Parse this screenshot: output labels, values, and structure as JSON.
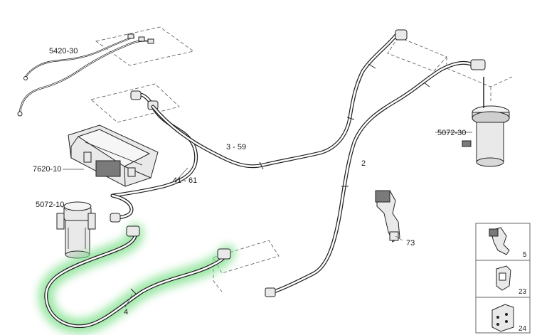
{
  "callouts": {
    "part_5420_30": "5420-30",
    "part_7620_10": "7620-10",
    "part_5072_10": "5072-10",
    "part_3_59": "3 - 59",
    "part_41_61": "41 - 61",
    "part_2": "2",
    "part_5072_30": "5072-30",
    "part_73": "73",
    "part_4": "4"
  },
  "legend": {
    "items": [
      {
        "number": "5"
      },
      {
        "number": "23"
      },
      {
        "number": "24"
      }
    ]
  },
  "highlight": {
    "part": "4",
    "color": "#7de08a"
  },
  "colors": {
    "line": "#222222",
    "dashed_frame": "#555555"
  }
}
